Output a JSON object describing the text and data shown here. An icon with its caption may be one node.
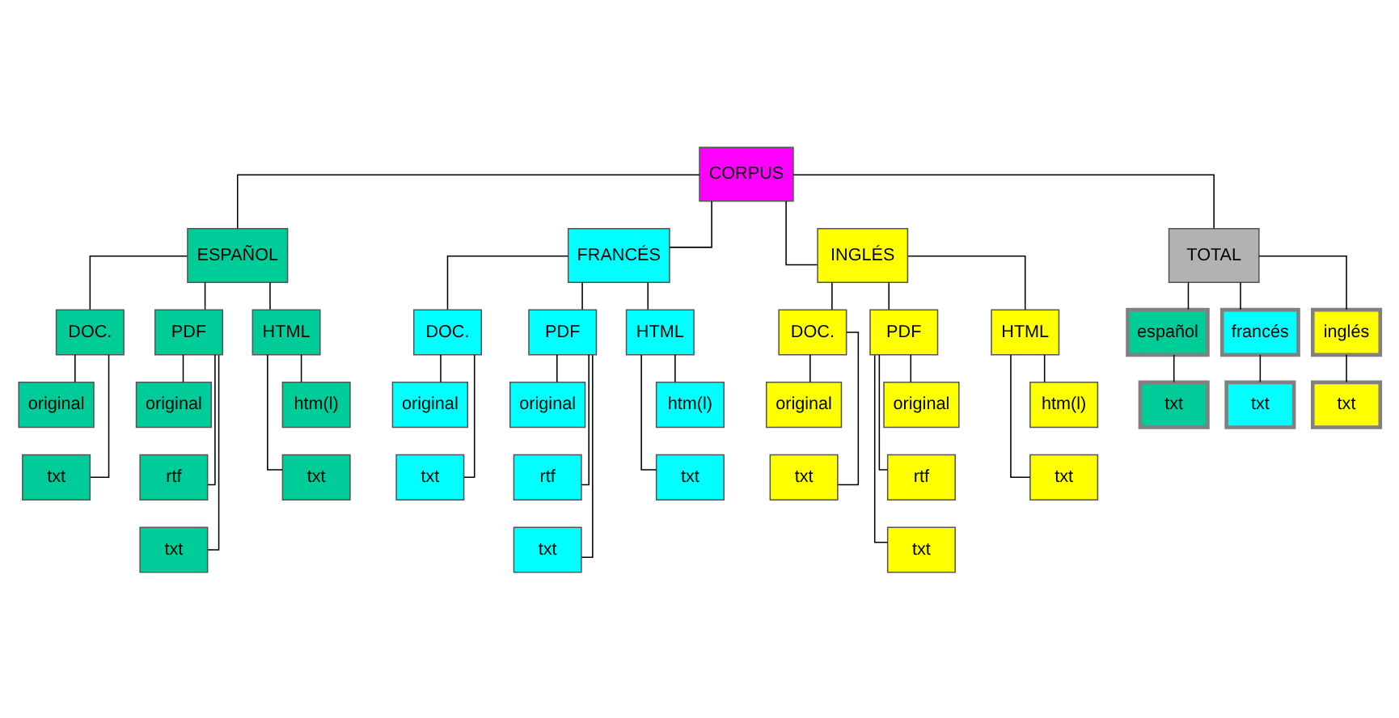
{
  "diagram": {
    "nodes": [
      {
        "text": [
          "CORPUS"
        ]
      },
      {
        "text": [
          "ESPAÑOL"
        ]
      },
      {
        "text": [
          "DOC."
        ]
      },
      {
        "text": [
          "original"
        ]
      },
      {
        "text": [
          "txt"
        ]
      },
      {
        "text": [
          "PDF"
        ]
      },
      {
        "text": [
          "original"
        ]
      },
      {
        "text": [
          "rtf"
        ]
      },
      {
        "text": [
          "txt"
        ]
      },
      {
        "text": [
          "HTML"
        ]
      },
      {
        "text": [
          "htm(l)"
        ]
      },
      {
        "text": [
          "txt"
        ]
      },
      {
        "text": [
          "FRANCÉS"
        ]
      },
      {
        "text": [
          "DOC."
        ]
      },
      {
        "text": [
          "original"
        ]
      },
      {
        "text": [
          "txt"
        ]
      },
      {
        "text": [
          "PDF"
        ]
      },
      {
        "text": [
          "original"
        ]
      },
      {
        "text": [
          "rtf"
        ]
      },
      {
        "text": [
          "txt"
        ]
      },
      {
        "text": [
          "HTML"
        ]
      },
      {
        "text": [
          "htm(l)"
        ]
      },
      {
        "text": [
          "txt"
        ]
      },
      {
        "text": [
          "INGLÉS"
        ]
      },
      {
        "text": [
          "DOC."
        ]
      },
      {
        "text": [
          "original"
        ]
      },
      {
        "text": [
          "txt"
        ]
      },
      {
        "text": [
          "PDF"
        ]
      },
      {
        "text": [
          "original"
        ]
      },
      {
        "text": [
          "rtf"
        ]
      },
      {
        "text": [
          "txt"
        ]
      },
      {
        "text": [
          "HTML"
        ]
      },
      {
        "text": [
          "htm(l)"
        ]
      },
      {
        "text": [
          "txt"
        ]
      },
      {
        "text": [
          "TOTAL"
        ]
      },
      {
        "text": [
          "español"
        ]
      },
      {
        "text": [
          "txt"
        ]
      },
      {
        "text": [
          "francés"
        ]
      },
      {
        "text": [
          "txt"
        ]
      },
      {
        "text": [
          "inglés"
        ]
      },
      {
        "text": [
          "txt"
        ]
      }
    ],
    "edges": [
      {
        "from": 0,
        "to": 1,
        "arrow": "none"
      },
      {
        "from": 0,
        "to": 12,
        "arrow": "none"
      },
      {
        "from": 0,
        "to": 23,
        "arrow": "none"
      },
      {
        "from": 0,
        "to": 34,
        "arrow": "none"
      },
      {
        "from": 1,
        "to": 2,
        "arrow": "none"
      },
      {
        "from": 1,
        "to": 5,
        "arrow": "none"
      },
      {
        "from": 1,
        "to": 9,
        "arrow": "none"
      },
      {
        "from": 2,
        "to": 3,
        "arrow": "none"
      },
      {
        "from": 2,
        "to": 4,
        "arrow": "none"
      },
      {
        "from": 5,
        "to": 6,
        "arrow": "none"
      },
      {
        "from": 5,
        "to": 7,
        "arrow": "none"
      },
      {
        "from": 5,
        "to": 8,
        "arrow": "none"
      },
      {
        "from": 9,
        "to": 10,
        "arrow": "none"
      },
      {
        "from": 9,
        "to": 11,
        "arrow": "none"
      },
      {
        "from": 12,
        "to": 13,
        "arrow": "none"
      },
      {
        "from": 12,
        "to": 16,
        "arrow": "none"
      },
      {
        "from": 12,
        "to": 20,
        "arrow": "none"
      },
      {
        "from": 13,
        "to": 14,
        "arrow": "none"
      },
      {
        "from": 13,
        "to": 15,
        "arrow": "none"
      },
      {
        "from": 16,
        "to": 17,
        "arrow": "none"
      },
      {
        "from": 16,
        "to": 18,
        "arrow": "none"
      },
      {
        "from": 16,
        "to": 19,
        "arrow": "none"
      },
      {
        "from": 20,
        "to": 21,
        "arrow": "none"
      },
      {
        "from": 20,
        "to": 22,
        "arrow": "none"
      },
      {
        "from": 23,
        "to": 24,
        "arrow": "none"
      },
      {
        "from": 23,
        "to": 27,
        "arrow": "none"
      },
      {
        "from": 23,
        "to": 31,
        "arrow": "none"
      },
      {
        "from": 24,
        "to": 25,
        "arrow": "none"
      },
      {
        "from": 24,
        "to": 26,
        "arrow": "none"
      },
      {
        "from": 27,
        "to": 28,
        "arrow": "none"
      },
      {
        "from": 27,
        "to": 29,
        "arrow": "none"
      },
      {
        "from": 27,
        "to": 30,
        "arrow": "none"
      },
      {
        "from": 31,
        "to": 32,
        "arrow": "none"
      },
      {
        "from": 31,
        "to": 33,
        "arrow": "none"
      },
      {
        "from": 34,
        "to": 35,
        "arrow": "none"
      },
      {
        "from": 34,
        "to": 37,
        "arrow": "none"
      },
      {
        "from": 34,
        "to": 39,
        "arrow": "none"
      },
      {
        "from": 35,
        "to": 36,
        "arrow": "none"
      },
      {
        "from": 37,
        "to": 38,
        "arrow": "none"
      },
      {
        "from": 39,
        "to": 40,
        "arrow": "none"
      }
    ]
  }
}
